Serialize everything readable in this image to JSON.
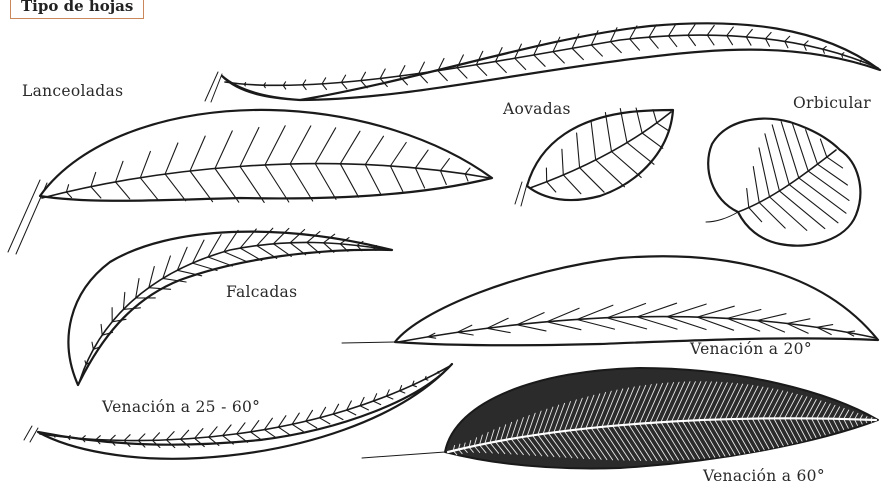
{
  "title": "Tipo de hojas",
  "labels": {
    "lanceoladas": "Lanceoladas",
    "aovadas": "Aovadas",
    "orbicular": "Orbicular",
    "falcadas": "Falcadas",
    "venacion20": "Venación a 20°",
    "venacion25_60": "Venación a 25 - 60°",
    "venacion60": "Venación a 60°"
  }
}
